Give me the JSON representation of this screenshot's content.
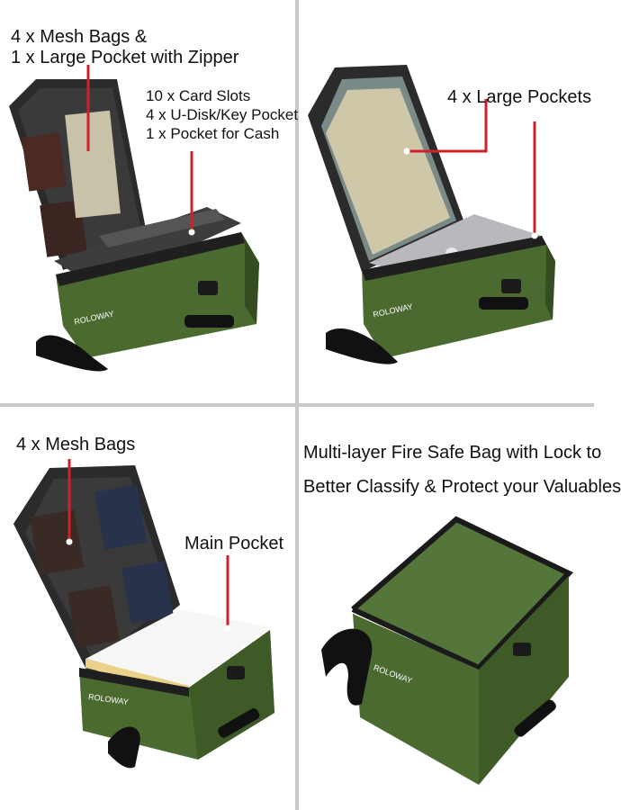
{
  "panels": {
    "top_left": {
      "title_lines": [
        "4 x Mesh Bags &",
        "1 x Large Pocket with Zipper"
      ],
      "detail_lines": [
        "10 x Card Slots",
        "4 x U-Disk/Key Pockets",
        "1 x Pocket for Cash"
      ],
      "brand": "ROLOWAY"
    },
    "top_right": {
      "title": "4 x Large Pockets",
      "brand": "ROLOWAY"
    },
    "bottom_left": {
      "title": "4 x Mesh Bags",
      "callout": "Main Pocket",
      "brand": "ROLOWAY"
    },
    "bottom_right": {
      "caption_lines": [
        "Multi-layer Fire Safe Bag with Lock to",
        "Better Classify & Protect your Valuables"
      ],
      "brand": "ROLOWAY"
    }
  },
  "colors": {
    "bag_green": "#4b6a2f",
    "bag_green_dark": "#354d20",
    "lining": "#2b2b2b",
    "accent_red": "#d0202a",
    "divider": "#c9c9c9"
  }
}
